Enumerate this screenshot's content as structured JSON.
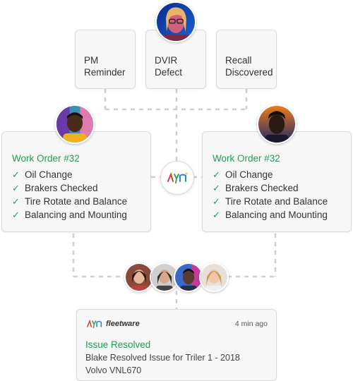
{
  "triggers": [
    {
      "id": "pm",
      "label": "PM\nReminder"
    },
    {
      "id": "dvir",
      "label": "DVIR\nDefect"
    },
    {
      "id": "recall",
      "label": "Recall\nDiscovered"
    }
  ],
  "work_orders": [
    {
      "title": "Work Order #32",
      "items": [
        "Oil Change",
        "Brakers Checked",
        "Tire Rotate and Balance",
        "Balancing and Mounting"
      ]
    },
    {
      "title": "Work Order #32",
      "items": [
        "Oil Change",
        "Brakers Checked",
        "Tire Rotate and Balance",
        "Balancing and Mounting"
      ]
    }
  ],
  "notification": {
    "brand_name": "fleetware",
    "time_ago": "4 min ago",
    "title": "Issue Resolved",
    "line1": "Blake Resolved Issue for Triler 1 - 2018",
    "line2": "Volvo VNL670"
  },
  "icons": {
    "check": "checkmark-icon",
    "hub": "fleetware-logo-icon",
    "avatars": "user-avatar-photo"
  },
  "colors": {
    "accent_green": "#1f9d55",
    "card_bg": "#f7f7f7",
    "connector": "#cfcfcf"
  }
}
